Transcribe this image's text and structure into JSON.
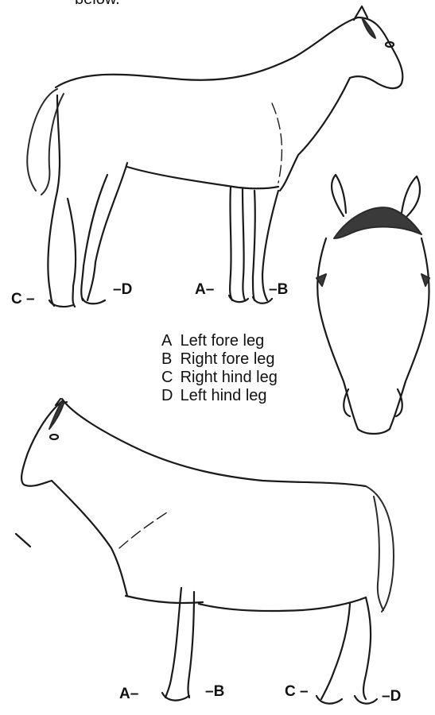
{
  "heading_fragment": "below.",
  "leg_labels": {
    "top_horse": [
      "C",
      "D",
      "A",
      "B"
    ],
    "bottom_horse": [
      "A",
      "B",
      "C",
      "D"
    ]
  },
  "legend": [
    {
      "key": "A",
      "text": "Left fore leg"
    },
    {
      "key": "B",
      "text": "Right fore leg"
    },
    {
      "key": "C",
      "text": "Right hind leg"
    },
    {
      "key": "D",
      "text": "Left hind leg"
    }
  ]
}
